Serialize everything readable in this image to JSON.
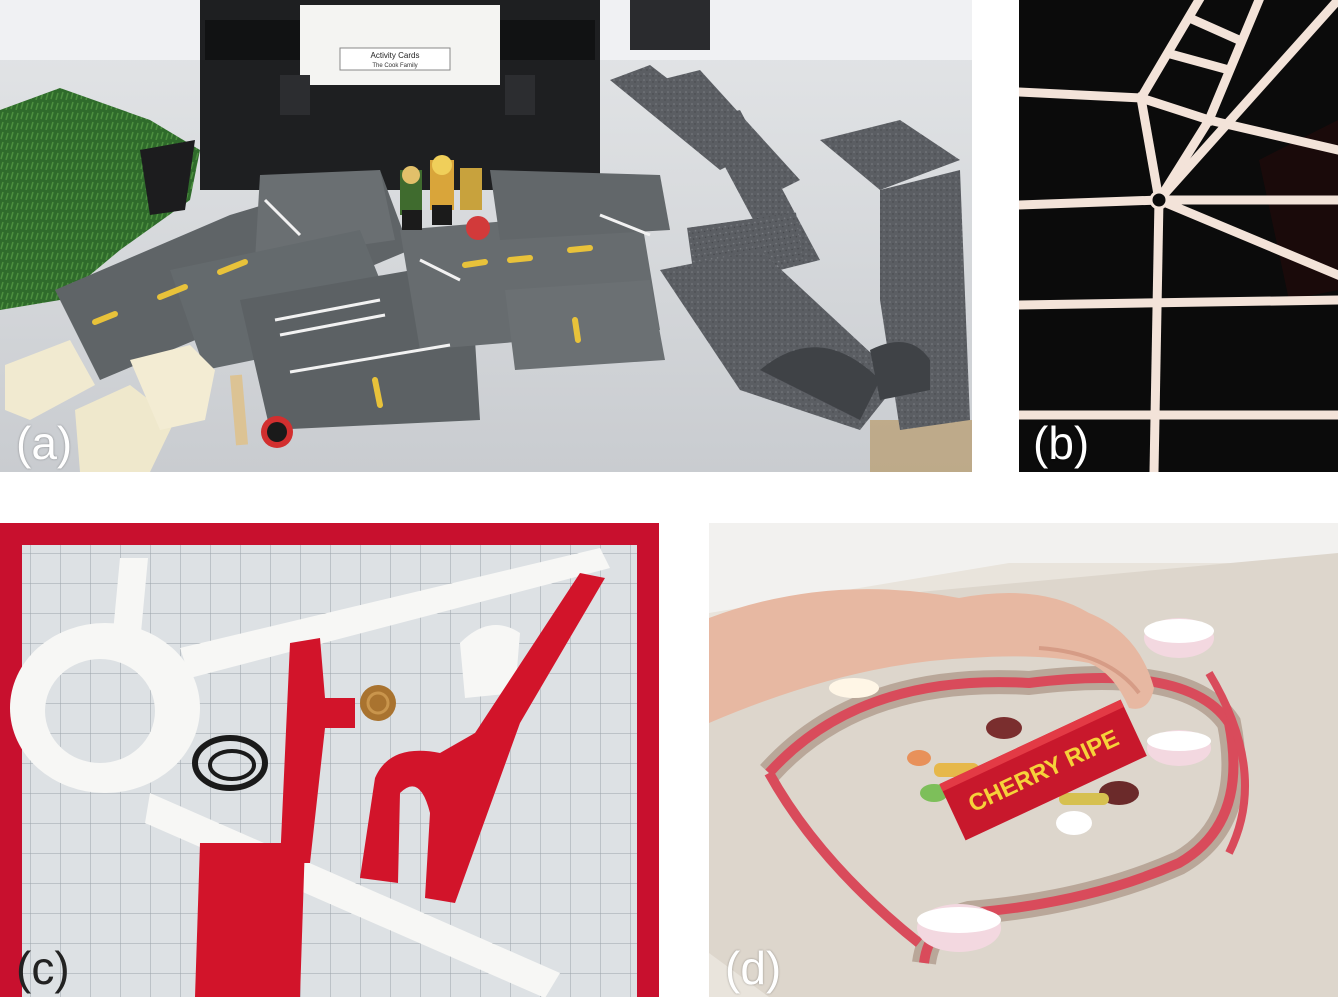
{
  "figure": {
    "panels": [
      {
        "id": "a",
        "label": "(a)"
      },
      {
        "id": "b",
        "label": "(b)"
      },
      {
        "id": "c",
        "label": "(c)"
      },
      {
        "id": "d",
        "label": "(d)"
      }
    ],
    "panel_a": {
      "box_label": "Activity Cards",
      "box_subtitle": "The Cook Family"
    },
    "panel_d": {
      "wrapper_text": "CHERRY RIPE"
    }
  }
}
